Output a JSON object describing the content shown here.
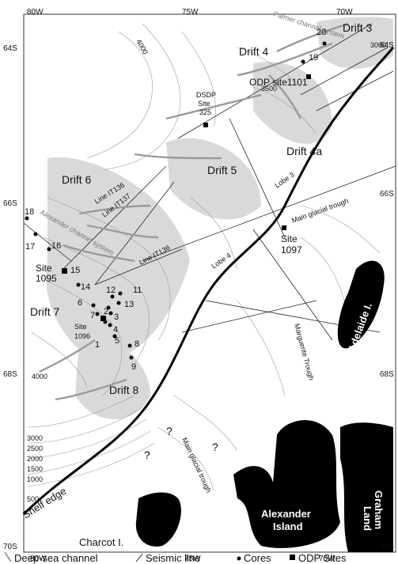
{
  "map": {
    "lon_ticks": [
      "80W",
      "75W",
      "70W"
    ],
    "lat_ticks": [
      "64S",
      "66S",
      "68S",
      "70S"
    ],
    "drifts": [
      "Drift 3",
      "Drift 4",
      "Drift 4a",
      "Drift 5",
      "Drift 6",
      "Drift 7",
      "Drift 8"
    ],
    "sites": {
      "odp1101": "ODP site1101",
      "dsdp_1": "DSDP",
      "dsdp_2": "Site",
      "dsdp_3": "325",
      "site1095_a": "Site",
      "site1095_b": "1095",
      "site1096_a": "Site",
      "site1096_b": "1096",
      "site1097_a": "Site",
      "site1097_b": "1097"
    },
    "lines": {
      "it136_a": "Line IT136",
      "it137": "Line IT137",
      "it136_b": "Line IT136"
    },
    "features": {
      "palmer": "Palmer channel system",
      "alexander_channel": "Alexander channel system",
      "lobe3": "Lobe 3",
      "lobe4": "Lobe 4",
      "main_trough_1": "Main glacial trough",
      "main_trough_2": "Main glacial trough",
      "marguerite": "Marguerite Trough",
      "shelf_edge": "Shelf edge",
      "adelaide": "Adelaide I.",
      "alexander_island_1": "Alexander",
      "alexander_island_2": "Island",
      "graham_1": "Graham",
      "graham_2": "Land",
      "charcot": "Charcot I.",
      "q1": "?",
      "q2": "?",
      "q3": "?"
    },
    "contours": [
      "4000",
      "3500",
      "3000",
      "4000",
      "3000",
      "2500",
      "2000",
      "1500",
      "1000",
      "500"
    ],
    "cores": [
      "1",
      "2",
      "3",
      "4",
      "5",
      "6",
      "7",
      "8",
      "9",
      "11",
      "12",
      "13",
      "14",
      "15",
      "16",
      "17",
      "18",
      "19",
      "20"
    ]
  },
  "legend": {
    "deep_sea_channel": "Deep-sea channel",
    "seismic_line": "Seismic line",
    "cores": "Cores",
    "odp_sites": "ODP Sites"
  },
  "colors": {
    "drift_fill": "#d9d9d9",
    "land": "#000000",
    "channel": "#9a9a9a",
    "contour": "#9b9b9b"
  }
}
